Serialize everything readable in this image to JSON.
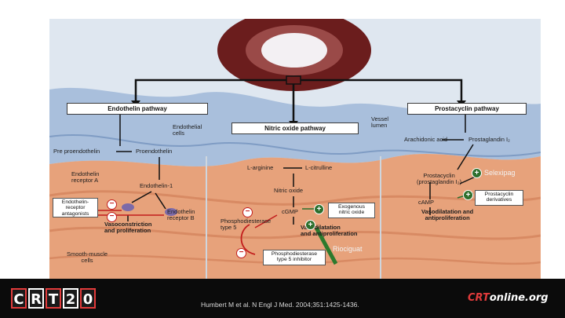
{
  "figure": {
    "pathways": {
      "endothelin": "Endothelin pathway",
      "nitric_oxide": "Nitric oxide pathway",
      "prostacyclin": "Prostacyclin pathway"
    },
    "labels": {
      "vessel_lumen": "Vessel\nlumen",
      "endothelial_cells": "Endothelial\ncells",
      "preproendothelin": "Pre proendothelin",
      "proendothelin": "Proendothelin",
      "endothelin_receptor_a": "Endothelin\nreceptor A",
      "endothelin_1": "Endothelin-1",
      "endothelin_receptor_b": "Endothelin\nreceptor B",
      "vasoconstriction": "Vasoconstriction\nand proliferation",
      "smooth_muscle_cells": "Smooth-muscle\ncells",
      "l_arginine": "L-arginine",
      "l_citrulline": "L-citrulline",
      "nitric_oxide": "Nitric oxide",
      "cgmp": "cGMP",
      "pde5": "Phosphodiesterase\ntype 5",
      "vasodilatation_nitric": "Vasodilatation\nand antiproliferation",
      "arachidonic_acid": "Arachidonic acid",
      "prostaglandin_i2": "Prostaglandin I₂",
      "prostacyclin_label": "Prostacyclin\n(prostaglandin I₂)",
      "camp": "cAMP",
      "vasodilatation_prostacyclin": "Vasodilatation and\nantiproliferation"
    },
    "boxes": {
      "antagonists": "Endothelin-\nreceptor\nantagonists",
      "exogenous_no": "Exogenous\nnitric oxide",
      "pde5_inhibitor": "Phosphodiesterase\ntype 5 inhibitor",
      "prostacyclin_derivatives": "Prostacyclin\nderivatives"
    },
    "drugs": {
      "selexipag": "Selexipag",
      "riociguat": "Riociguat"
    }
  },
  "footer": {
    "logo_letters": [
      "C",
      "R",
      "T",
      "2",
      "0"
    ],
    "citation": "Humbert M et al. N Engl J Med. 2004;351:1425-1436.",
    "online_logo_prefix": "CRT",
    "online_logo_suffix": "online.org"
  },
  "colors": {
    "tissue": "#e7a27b",
    "endothelium": "#a9bfdc",
    "vessel_wall": "#6b1d1d",
    "inhibit": "#c21c1c",
    "stimulate": "#2d6f2d",
    "footer_bg": "#0b0b0b"
  }
}
